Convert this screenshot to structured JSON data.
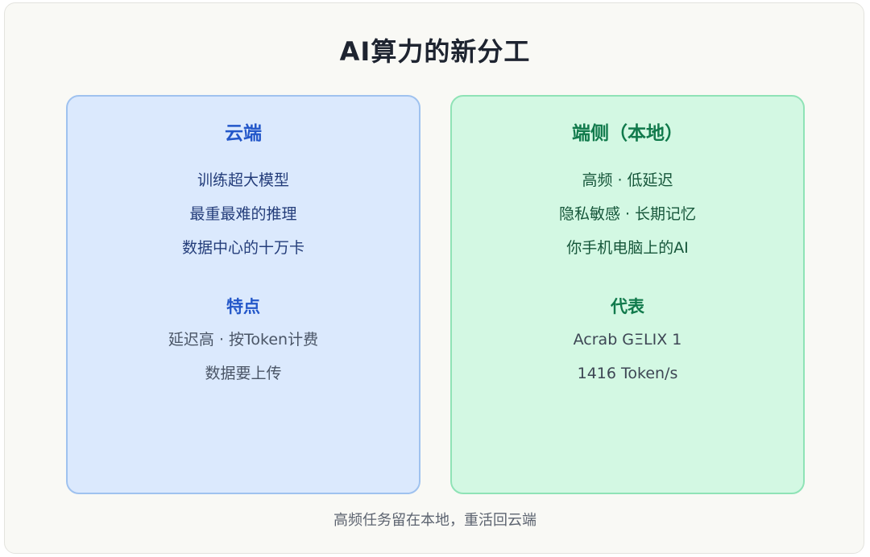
{
  "title": "AI算力的新分工",
  "cloud": {
    "title": "云端",
    "items": [
      "训练超大模型",
      "最重最难的推理",
      "数据中心的十万卡"
    ],
    "section_title": "特点",
    "section_items": [
      "延迟高 · 按Token计费",
      "数据要上传"
    ]
  },
  "edge": {
    "title": "端侧（本地）",
    "items": [
      "高频 · 低延迟",
      "隐私敏感 · 长期记忆",
      "你手机电脑上的AI"
    ],
    "section_title": "代表",
    "section_items": [
      "Acrab GΞLIX 1",
      "1416 Token/s"
    ]
  },
  "footer": "高频任务留在本地，重活回云端",
  "colors": {
    "cloud_bg": "#dbe9fd",
    "cloud_border": "#9fc2ef",
    "cloud_accent": "#2357c9",
    "edge_bg": "#d3f8e3",
    "edge_border": "#8fe3b6",
    "edge_accent": "#117a4c"
  }
}
